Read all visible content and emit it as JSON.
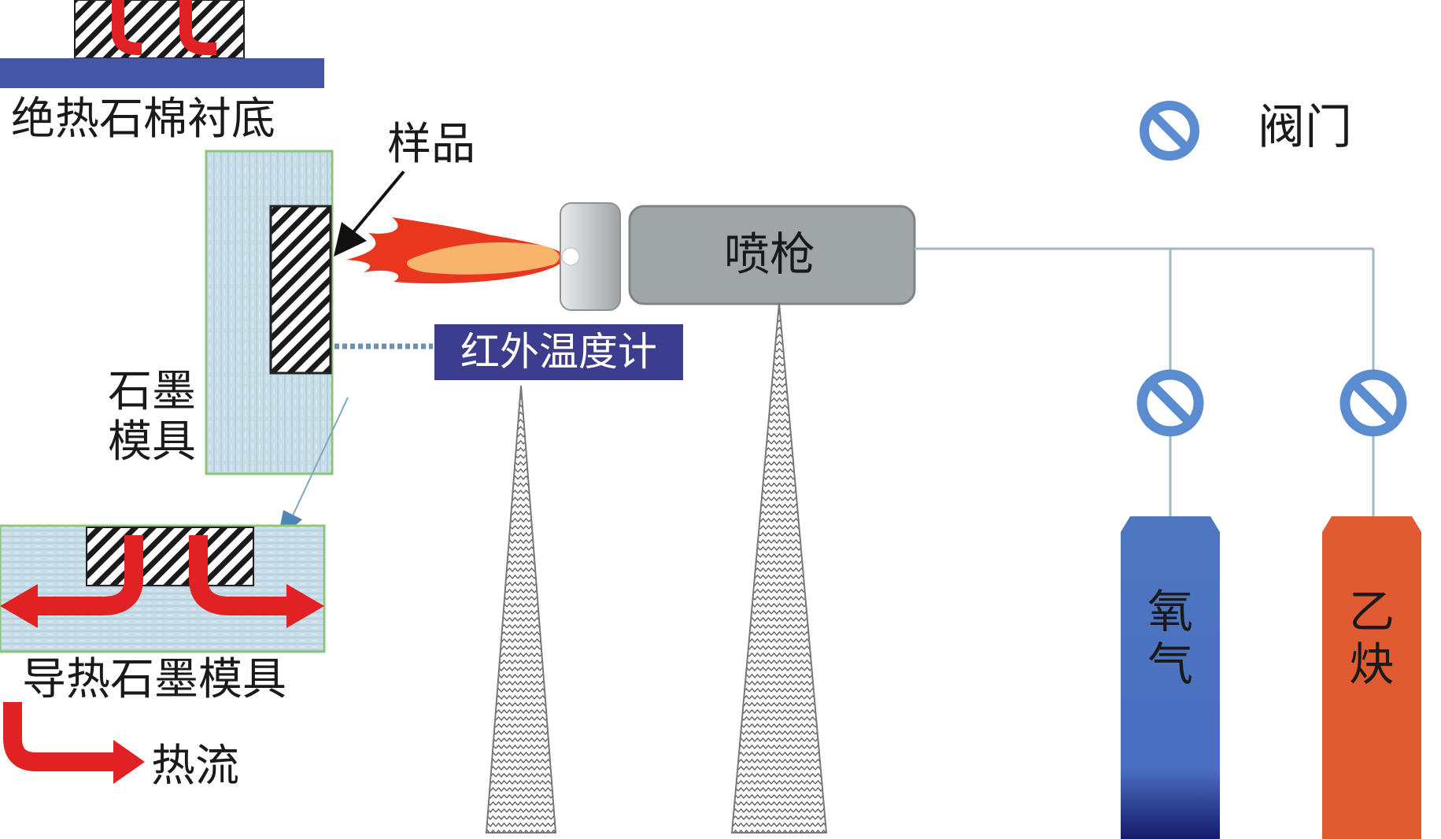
{
  "labels": {
    "insulating_substrate": "绝热石棉衬底",
    "sample": "样品",
    "graphite_mold": "石墨\n模具",
    "conductive_graphite_mold": "导热石墨模具",
    "heat_flow": "热流",
    "infrared_thermometer": "红外温度计",
    "spray_gun": "喷枪",
    "valve": "阀门",
    "oxygen": "氧\n气",
    "acetylene": "乙\n炔"
  },
  "colors": {
    "substrate_blue": "#4556a8",
    "graphite_fill": "#c9dde8",
    "graphite_border": "#8cc67a",
    "heat_arrow": "#e02222",
    "flame_outer": "#e8371e",
    "flame_inner": "#f6b46d",
    "gun_body": "#a0a5a8",
    "ir_box": "#3d3d8e",
    "valve_blue": "#5b8ccf",
    "oxygen_cylinder": "#4f77c0",
    "oxygen_bottom": "#151c6a",
    "acetylene_cylinder": "#e05a32",
    "pipe": "#9fb9c0"
  }
}
